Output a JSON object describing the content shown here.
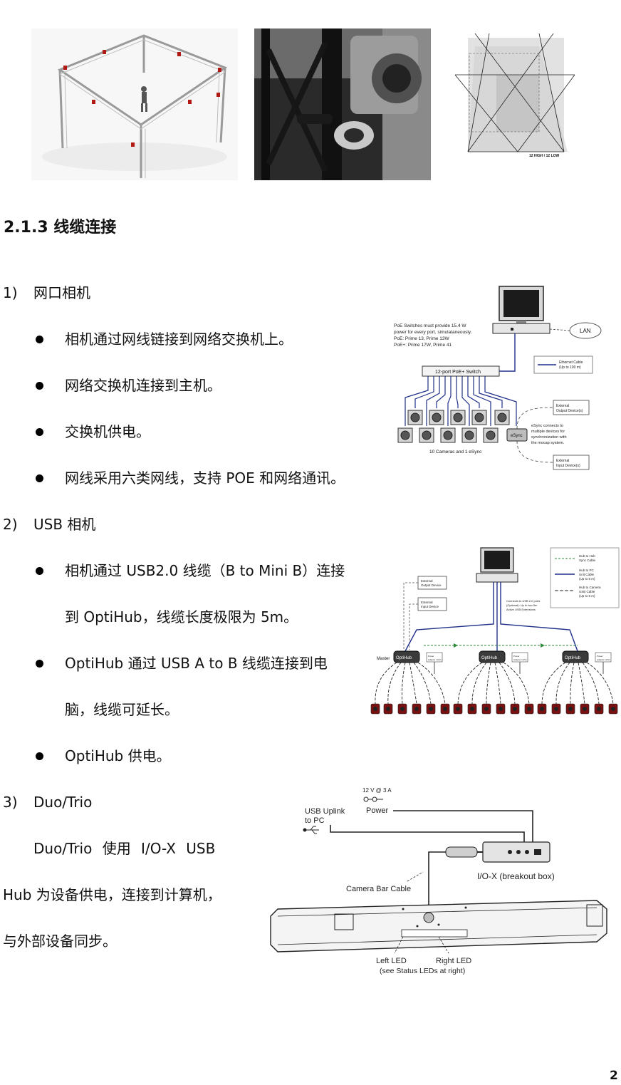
{
  "heading": "2.1.3 线缆连接",
  "sections": [
    {
      "number": "1)",
      "title": "网口相机",
      "bullets": [
        "相机通过网线链接到网络交换机上。",
        "网络交换机连接到主机。",
        "交换机供电。",
        "网线采用六类网线，支持 POE 和网络通讯。"
      ]
    },
    {
      "number": "2)",
      "title": "USB 相机",
      "bullets": [
        "相机通过 USB2.0 线缆（B to Mini B）连接",
        "到 OptiHub，线缆长度极限为 5m。",
        "OptiHub 通过 USB A to B 线缆连接到电",
        "脑，线缆可延长。",
        "OptiHub 供电。"
      ]
    },
    {
      "number": "3)",
      "title": "Duo/Trio",
      "body": [
        "Duo/Trio 使用 I/O-X USB",
        "Hub 为设备供电，连接到计算机，",
        "与外部设备同步。"
      ]
    }
  ],
  "fig_frustum": {
    "label": "12 HIGH / 12 LOW"
  },
  "fig_network": {
    "poe_note": [
      "PoE Switches must provide 15.4 W",
      "power for every port, simulataneously.",
      "PoE: Prime 13, Prime 13W",
      "PoE+: Prime 17W, Prime 41"
    ],
    "lan": "LAN",
    "switch": "12-port PoE+ Switch",
    "ethernet_legend": [
      "Ethernet Cable",
      "(Up to 100 m)"
    ],
    "external_output": [
      "External",
      "Output Device(s)"
    ],
    "external_input": [
      "External",
      "Input Device(s)"
    ],
    "esync": "eSync",
    "esync_note": [
      "eSync connects to",
      "multiple devices for",
      "synchronization with",
      "the mocap system."
    ],
    "cameras_label": "10 Cameras and 1 eSync"
  },
  "fig_usb": {
    "legend": [
      [
        "Hub to Hub",
        "Sync Cable"
      ],
      [
        "Hub to PC",
        "Unit Cable",
        "(Up to 5 m)"
      ],
      [
        "Hub to Camera",
        "USB Cable",
        "(Up to 5 m)"
      ]
    ],
    "external_output": [
      "External",
      "Output Device"
    ],
    "external_input": [
      "External",
      "Input Device"
    ],
    "connects_note": [
      "Connects to USB 2.0 ports",
      "(Optional): Up to two 5m",
      "Active USB Extensions"
    ],
    "master": "Master",
    "hub": "OptiHub",
    "power_adapter": [
      "Power",
      "Adapter (12V)"
    ]
  },
  "fig_duo": {
    "power_spec": "12 V @ 3 A",
    "power": "Power",
    "usb_uplink": [
      "USB Uplink",
      "to PC"
    ],
    "iox": "I/O-X (breakout box)",
    "camera_bar_cable": "Camera Bar Cable",
    "left_led": "Left LED",
    "right_led": "Right LED",
    "status_note": "(see Status LEDs at right)"
  },
  "page_number": "2"
}
